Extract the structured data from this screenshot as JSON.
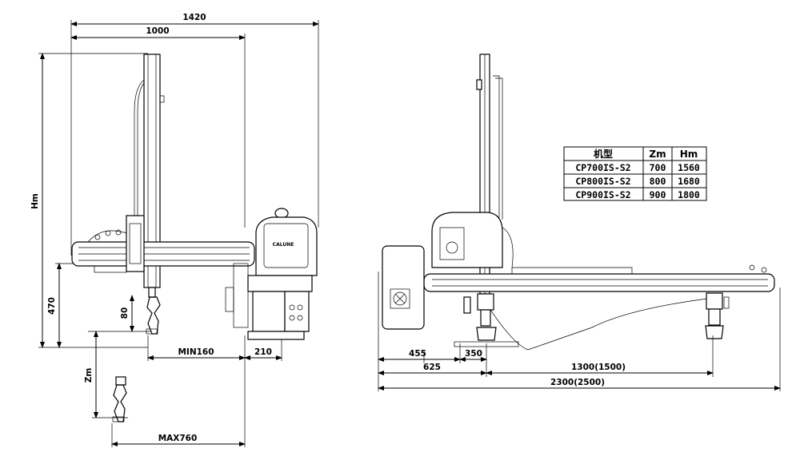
{
  "left_view": {
    "dims": {
      "width_1420": "1420",
      "width_1000": "1000",
      "height_hm": "Hm",
      "height_470": "470",
      "height_80": "80",
      "stroke_zm": "Zm",
      "min_160": "MIN160",
      "offset_210": "210",
      "max_760": "MAX760"
    },
    "brand_label": "CALUNE"
  },
  "right_view": {
    "dims": {
      "d455": "455",
      "d350": "350",
      "d625": "625",
      "d1300": "1300(1500)",
      "d2300": "2300(2500)"
    }
  },
  "spec_table": {
    "headers": [
      "机型",
      "Zm",
      "Hm"
    ],
    "rows": [
      [
        "CP700IS-S2",
        "700",
        "1560"
      ],
      [
        "CP800IS-S2",
        "800",
        "1680"
      ],
      [
        "CP900IS-S2",
        "900",
        "1800"
      ]
    ]
  }
}
